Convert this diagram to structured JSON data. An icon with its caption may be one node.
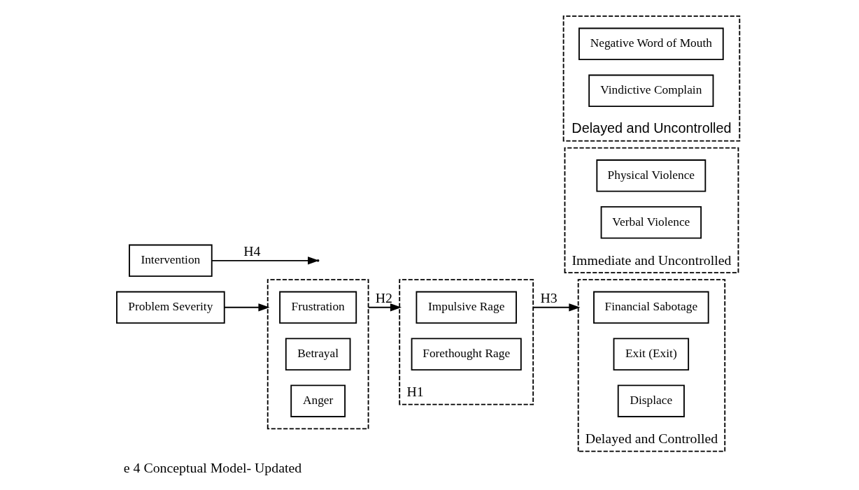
{
  "diagram": {
    "caption": "e 4 Conceptual Model- Updated",
    "nodes": [
      {
        "text": [
          "Problem Severity"
        ]
      },
      {
        "text": [],
        "shape": "box"
      },
      {
        "text": [
          "Frustration"
        ],
        "in": 1
      },
      {
        "text": [
          "Betrayal"
        ],
        "in": 1
      },
      {
        "text": [
          "Anger"
        ],
        "in": 1
      },
      {
        "text": [
          "H1"
        ]
      },
      {
        "text": [
          "Impulsive Rage"
        ],
        "in": 5
      },
      {
        "text": [
          "Forethought Rage"
        ],
        "in": 5
      },
      {
        "text": [
          "Immediate and Uncontrolled"
        ]
      },
      {
        "text": [
          "Physical Violence"
        ],
        "in": 8
      },
      {
        "text": [
          "Verbal Violence"
        ],
        "in": 8
      },
      {
        "text": [
          "Delayed and Controlled"
        ]
      },
      {
        "text": [
          "Financial Sabotage"
        ],
        "in": 11
      },
      {
        "text": [
          "Delayed and Uncontrolled"
        ]
      },
      {
        "text": [
          "Negative Word of Mouth"
        ],
        "in": 13
      },
      {
        "text": [
          "Vindictive Complain"
        ],
        "in": 13
      },
      {
        "text": [
          "Exit (Exit)"
        ],
        "in": 11
      },
      {
        "text": [
          "Displace"
        ],
        "in": 11
      },
      {
        "text": [
          "Intervention"
        ]
      }
    ],
    "edges": [
      {
        "from": 0,
        "to": 1,
        "arrow": "to"
      },
      {
        "from": 1,
        "to": 5,
        "arrow": "to",
        "label": "H2"
      },
      {
        "from": 5,
        "to": 11,
        "arrow": "to",
        "label": "H3"
      },
      {
        "from": 18,
        "to": null,
        "arrow": "to",
        "label": "H4"
      }
    ]
  }
}
